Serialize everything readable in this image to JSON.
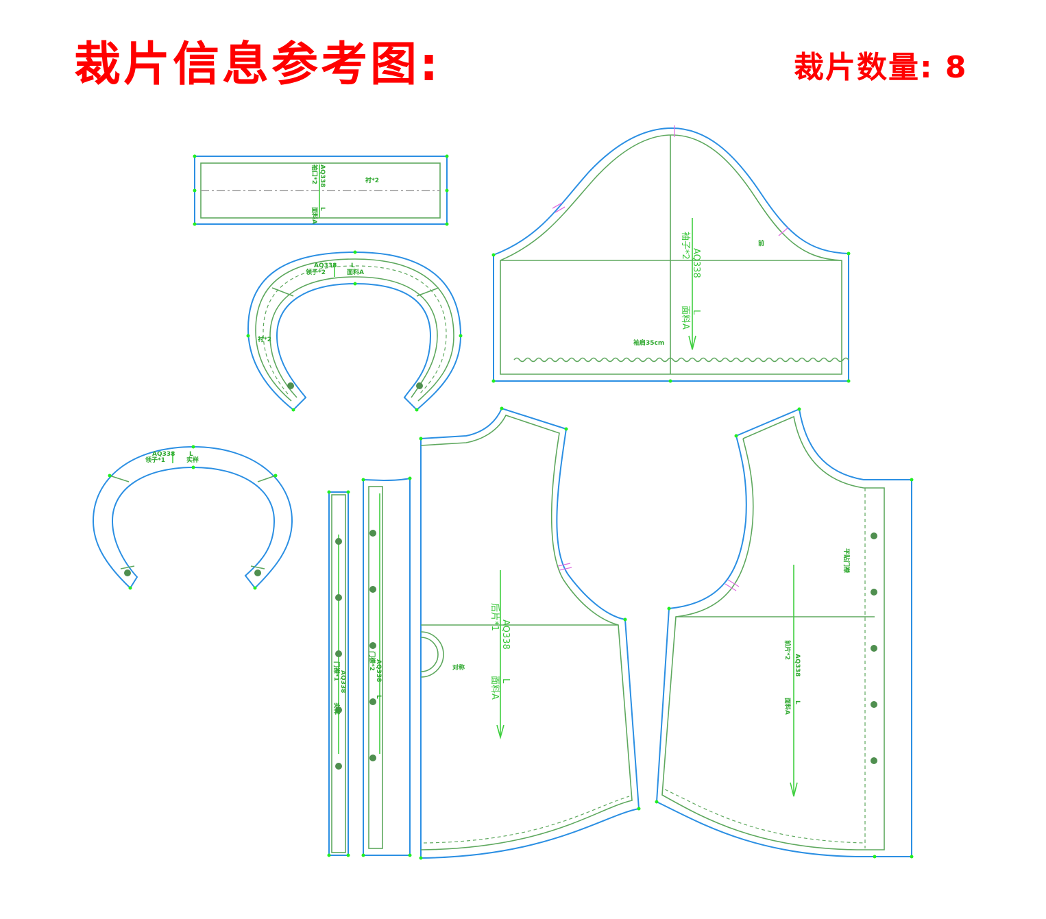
{
  "header": {
    "title": "裁片信息参考图:",
    "piece_count": "裁片数量: 8"
  },
  "colors": {
    "title": "#ff0000",
    "cut_line": "#2b8fe3",
    "seam_line": "#5ea85e",
    "grainline": "#3fcf3f",
    "point": "#22ee22",
    "notch": "#e070e0"
  },
  "pieces": {
    "cuff": {
      "name": "袖口*2",
      "style": "AQ338",
      "size": "L",
      "fabric": "面料A",
      "lining": "衬*2"
    },
    "collar_top": {
      "name": "领子*2",
      "style": "AQ338",
      "size": "L",
      "fabric": "面料A",
      "lining": "衬*2"
    },
    "collar_under": {
      "name": "领子*1",
      "style": "AQ338",
      "size": "L",
      "fabric": "实样"
    },
    "sleeve": {
      "name": "袖子*2",
      "style": "AQ338",
      "size": "L",
      "fabric": "面料A",
      "note": "袖肩35cm",
      "mark": "前"
    },
    "placket_single": {
      "name": "门襟*1",
      "style": "AQ338",
      "fabric": "实样"
    },
    "placket_double": {
      "name": "门襟*2",
      "style": "AQ338",
      "size": "L"
    },
    "back": {
      "name": "后片*1",
      "style": "AQ338",
      "size": "L",
      "fabric": "面料A",
      "note": "对称"
    },
    "front": {
      "name": "前片*2",
      "style": "AQ338",
      "size": "L",
      "fabric": "面料A",
      "note": "平贴门襟"
    }
  }
}
